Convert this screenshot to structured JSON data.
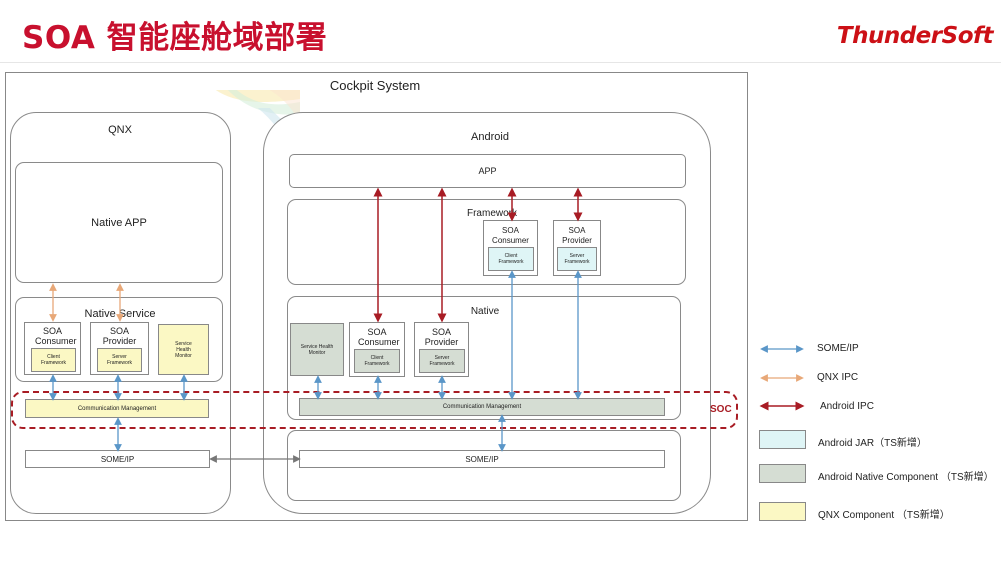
{
  "header": {
    "title": "SOA 智能座舱域部署",
    "logo": "ThunderSoft"
  },
  "diagram": {
    "system_title": "Cockpit System",
    "qnx": {
      "label": "QNX",
      "native_app": "Native APP",
      "native_service": "Native Service",
      "soa_consumer": "SOA Consumer",
      "client_framework": "Client Framework",
      "soa_provider": "SOA Provider",
      "server_framework": "Server Framework",
      "health_monitor": "Service Health Monitor",
      "comm_mgmt": "Communication Management",
      "someip": "SOME/IP"
    },
    "android": {
      "label": "Android",
      "app": "APP",
      "framework": "Framework",
      "fw_consumer": "SOA Consumer",
      "fw_client_framework": "Client Framework",
      "fw_provider": "SOA Provider",
      "fw_server_framework": "Server Framework",
      "native": "Native",
      "health_monitor": "Service Health Monitor",
      "native_consumer": "SOA Consumer",
      "native_client_framework": "Client Framework",
      "native_provider": "SOA Provider",
      "native_server_framework": "Server Framework",
      "comm_mgmt": "Communication Management",
      "someip": "SOME/IP"
    },
    "soc_label": "SOC"
  },
  "legend": {
    "someip": "SOME/IP",
    "qnx_ipc": "QNX IPC",
    "android_ipc": "Android IPC",
    "android_jar": "Android JAR（TS新增）",
    "android_native": "Android Native Component （TS新增）",
    "qnx_component": "QNX Component （TS新增）"
  },
  "colors": {
    "title_red": "#c8102e",
    "someip_arrow": "#5a96c8",
    "qnx_ipc_arrow": "#e8a878",
    "android_ipc_arrow": "#a81c24",
    "soc_dash": "#a81c24",
    "android_jar_fill": "#dff5f6",
    "android_native_fill": "#d5ddd3",
    "qnx_component_fill": "#fbf8c4"
  }
}
